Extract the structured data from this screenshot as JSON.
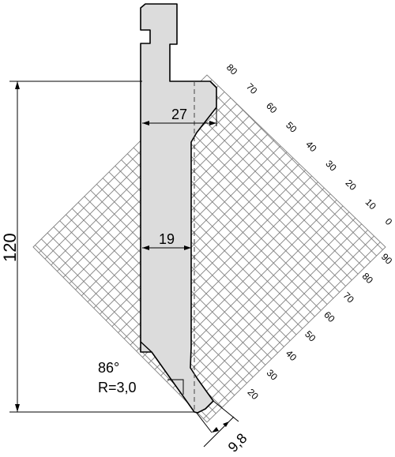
{
  "dimensions": {
    "height": "120",
    "top_width": "27",
    "body_width": "19",
    "tip_offset": "9,8"
  },
  "tip": {
    "angle": "86°",
    "radius": "R=3,0"
  },
  "grid_scale_upper": [
    "80",
    "70",
    "60",
    "50",
    "40",
    "30",
    "20",
    "10",
    "0"
  ],
  "grid_scale_lower": [
    "90",
    "80",
    "70",
    "60",
    "50",
    "40",
    "30",
    "20"
  ],
  "colors": {
    "tool_fill": "#dcdcdc",
    "outline": "#000000",
    "grid": "#7f7f7f"
  }
}
